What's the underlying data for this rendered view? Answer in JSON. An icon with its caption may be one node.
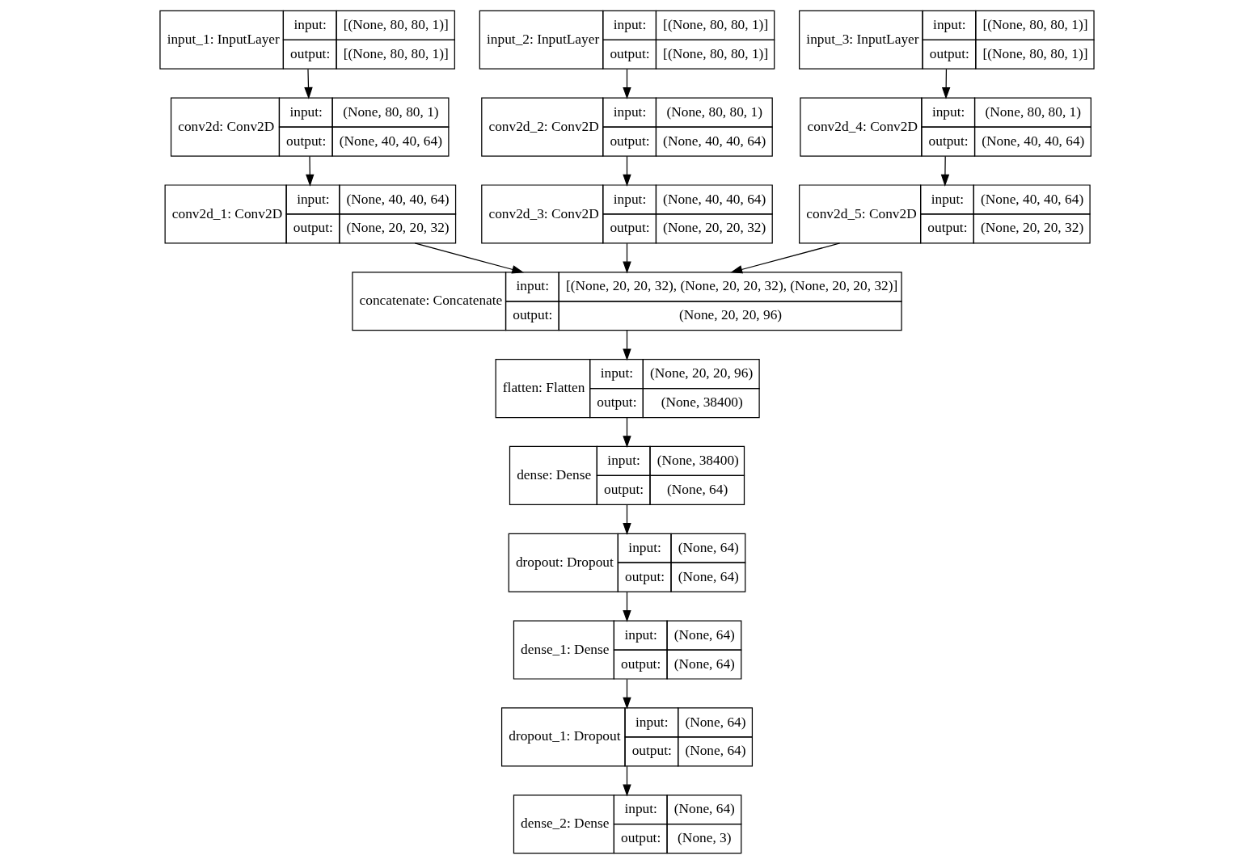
{
  "diagram": {
    "nodes": [
      {
        "text": [
          "input_1: InputLayer",
          "input:",
          "[(None, 80, 80, 1)]",
          "output:",
          "[(None, 80, 80, 1)]"
        ]
      },
      {
        "text": [
          "input_2: InputLayer",
          "input:",
          "[(None, 80, 80, 1)]",
          "output:",
          "[(None, 80, 80, 1)]"
        ]
      },
      {
        "text": [
          "input_3: InputLayer",
          "input:",
          "[(None, 80, 80, 1)]",
          "output:",
          "[(None, 80, 80, 1)]"
        ]
      },
      {
        "text": [
          "conv2d: Conv2D",
          "input:",
          "(None, 80, 80, 1)",
          "output:",
          "(None, 40, 40, 64)"
        ]
      },
      {
        "text": [
          "conv2d_2: Conv2D",
          "input:",
          "(None, 80, 80, 1)",
          "output:",
          "(None, 40, 40, 64)"
        ]
      },
      {
        "text": [
          "conv2d_4: Conv2D",
          "input:",
          "(None, 80, 80, 1)",
          "output:",
          "(None, 40, 40, 64)"
        ]
      },
      {
        "text": [
          "conv2d_1: Conv2D",
          "input:",
          "(None, 40, 40, 64)",
          "output:",
          "(None, 20, 20, 32)"
        ]
      },
      {
        "text": [
          "conv2d_3: Conv2D",
          "input:",
          "(None, 40, 40, 64)",
          "output:",
          "(None, 20, 20, 32)"
        ]
      },
      {
        "text": [
          "conv2d_5: Conv2D",
          "input:",
          "(None, 40, 40, 64)",
          "output:",
          "(None, 20, 20, 32)"
        ]
      },
      {
        "text": [
          "concatenate: Concatenate",
          "input:",
          "[(None, 20, 20, 32), (None, 20, 20, 32), (None, 20, 20, 32)]",
          "output:",
          "(None, 20, 20, 96)"
        ]
      },
      {
        "text": [
          "flatten: Flatten",
          "input:",
          "(None, 20, 20, 96)",
          "output:",
          "(None, 38400)"
        ]
      },
      {
        "text": [
          "dense: Dense",
          "input:",
          "(None, 38400)",
          "output:",
          "(None, 64)"
        ]
      },
      {
        "text": [
          "dropout: Dropout",
          "input:",
          "(None, 64)",
          "output:",
          "(None, 64)"
        ]
      },
      {
        "text": [
          "dense_1: Dense",
          "input:",
          "(None, 64)",
          "output:",
          "(None, 64)"
        ]
      },
      {
        "text": [
          "dropout_1: Dropout",
          "input:",
          "(None, 64)",
          "output:",
          "(None, 64)"
        ]
      },
      {
        "text": [
          "dense_2: Dense",
          "input:",
          "(None, 64)",
          "output:",
          "(None, 3)"
        ]
      }
    ],
    "edges": [
      {
        "from": 0,
        "to": 3,
        "arrow": "to"
      },
      {
        "from": 1,
        "to": 4,
        "arrow": "to"
      },
      {
        "from": 2,
        "to": 5,
        "arrow": "to"
      },
      {
        "from": 3,
        "to": 6,
        "arrow": "to"
      },
      {
        "from": 4,
        "to": 7,
        "arrow": "to"
      },
      {
        "from": 5,
        "to": 8,
        "arrow": "to"
      },
      {
        "from": 6,
        "to": 9,
        "arrow": "to"
      },
      {
        "from": 7,
        "to": 9,
        "arrow": "to"
      },
      {
        "from": 8,
        "to": 9,
        "arrow": "to"
      },
      {
        "from": 9,
        "to": 10,
        "arrow": "to"
      },
      {
        "from": 10,
        "to": 11,
        "arrow": "to"
      },
      {
        "from": 11,
        "to": 12,
        "arrow": "to"
      },
      {
        "from": 12,
        "to": 13,
        "arrow": "to"
      },
      {
        "from": 13,
        "to": 14,
        "arrow": "to"
      },
      {
        "from": 14,
        "to": 15,
        "arrow": "to"
      }
    ]
  }
}
